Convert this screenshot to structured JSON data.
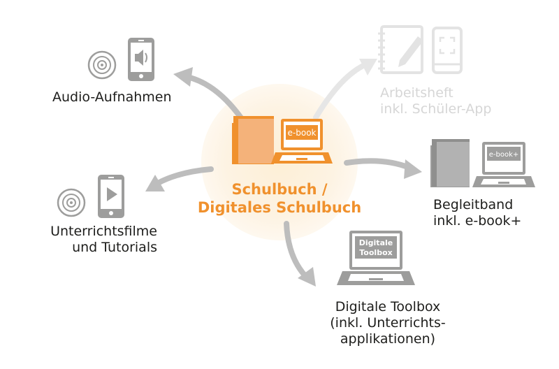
{
  "center": {
    "line1": "Schulbuch /",
    "line2": "Digitales Schulbuch",
    "laptop_text": "e-book"
  },
  "nodes": {
    "audio": {
      "label": "Audio-Aufnahmen"
    },
    "arbeitsheft": {
      "line1": "Arbeitsheft",
      "line2": "inkl. Schüler-App"
    },
    "begleitband": {
      "line1": "Begleitband",
      "line2": "inkl. e-book+",
      "laptop_text": "e-book+"
    },
    "toolbox": {
      "line1": "Digitale Toolbox",
      "line2": "(inkl. Unterrichts-",
      "line3": "applikationen)",
      "screen_line1": "Digitale",
      "screen_line2": "Toolbox"
    },
    "filme": {
      "line1": "Unterrichtsfilme",
      "line2": "und Tutorials"
    }
  },
  "colors": {
    "accent": "#f0912d",
    "center_glow": "#fdf2dd",
    "icon_gray": "#9d9d9c",
    "arrow_gray": "#c8c8c8",
    "faded": "#e0e0e0",
    "dark_text": "#1d1d1b"
  }
}
